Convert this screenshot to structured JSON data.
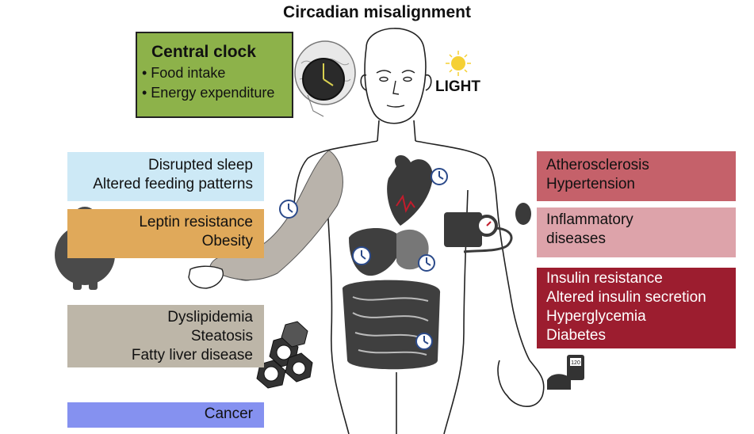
{
  "title": "Circadian misalignment",
  "central_clock": {
    "heading": "Central clock",
    "bullets": [
      "• Food intake",
      "• Energy expenditure"
    ]
  },
  "light_label": "LIGHT",
  "left_boxes": [
    {
      "lines": [
        "Disrupted sleep",
        "Altered feeding patterns"
      ],
      "color": "#cde9f6"
    },
    {
      "lines": [
        "Leptin resistance",
        "Obesity"
      ],
      "color": "#e0a95a"
    },
    {
      "lines": [
        "Dyslipidemia",
        "Steatosis",
        "Fatty liver disease"
      ],
      "color": "#bdb6a8"
    },
    {
      "lines": [
        "Cancer"
      ],
      "color": "#8591f0"
    }
  ],
  "right_boxes": [
    {
      "lines": [
        "Atherosclerosis",
        "Hypertension"
      ],
      "color": "#c5616a"
    },
    {
      "lines": [
        "Inflammatory",
        "diseases"
      ],
      "color": "#dda3aa"
    },
    {
      "lines": [
        "Insulin resistance",
        "Altered insulin secretion",
        "Hyperglycemia",
        "Diabetes"
      ],
      "color": "#9c1d2f"
    }
  ],
  "glucometer_display": "120",
  "icons": [
    "brain-clock-icon",
    "sun-icon",
    "heart-icon",
    "blood-pressure-cuff-icon",
    "obese-person-icon",
    "fat-cells-icon",
    "glucometer-icon",
    "clock-icon"
  ]
}
